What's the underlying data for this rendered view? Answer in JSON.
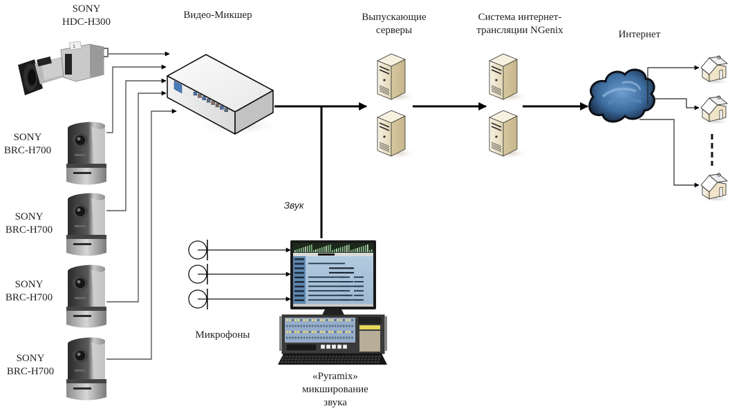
{
  "diagram": {
    "nodes": {
      "hdc_camera": {
        "brand": "SONY",
        "model": "HDC-H300"
      },
      "brc_cameras": [
        {
          "brand": "SONY",
          "model": "BRC-H700"
        },
        {
          "brand": "SONY",
          "model": "BRC-H700"
        },
        {
          "brand": "SONY",
          "model": "BRC-H700"
        },
        {
          "brand": "SONY",
          "model": "BRC-H700"
        }
      ],
      "video_mixer": {
        "label": "Видео-Микшер"
      },
      "output_servers": {
        "label_line1": "Выпускающие",
        "label_line2": "серверы"
      },
      "ngenix": {
        "label_line1": "Система интернет-",
        "label_line2": "трансляции NGenix"
      },
      "internet": {
        "label": "Интернет"
      },
      "sound": {
        "label": "Звук"
      },
      "microphones": {
        "label": "Микрофоны",
        "count": 3
      },
      "pyramix": {
        "label_line1": "«Pyramix»",
        "label_line2": "микширование",
        "label_line3": "звука"
      },
      "clients": {
        "count_shown": 3,
        "ellipsis": "dashed"
      }
    },
    "edges": [
      {
        "from": "hdc_camera",
        "to": "video_mixer"
      },
      {
        "from": "brc_camera_1",
        "to": "video_mixer"
      },
      {
        "from": "brc_camera_2",
        "to": "video_mixer"
      },
      {
        "from": "brc_camera_3",
        "to": "video_mixer"
      },
      {
        "from": "brc_camera_4",
        "to": "video_mixer"
      },
      {
        "from": "video_mixer",
        "to": "output_servers"
      },
      {
        "from": "pyramix",
        "to": "output_servers",
        "label": "Звук"
      },
      {
        "from": "output_servers",
        "to": "ngenix"
      },
      {
        "from": "ngenix",
        "to": "internet"
      },
      {
        "from": "internet",
        "to": "client_1"
      },
      {
        "from": "internet",
        "to": "client_2"
      },
      {
        "from": "internet",
        "to": "client_n"
      },
      {
        "from": "microphone_1",
        "to": "pyramix"
      },
      {
        "from": "microphone_2",
        "to": "pyramix"
      },
      {
        "from": "microphone_3",
        "to": "pyramix"
      }
    ]
  },
  "colors": {
    "line": "#000000",
    "thin_line": "#444444",
    "server_beige": "#ece2c6",
    "cloud_blue": "#3f6a99",
    "house_beige": "#f2ead4",
    "mixer_panel_blue": "#4a79b8"
  }
}
